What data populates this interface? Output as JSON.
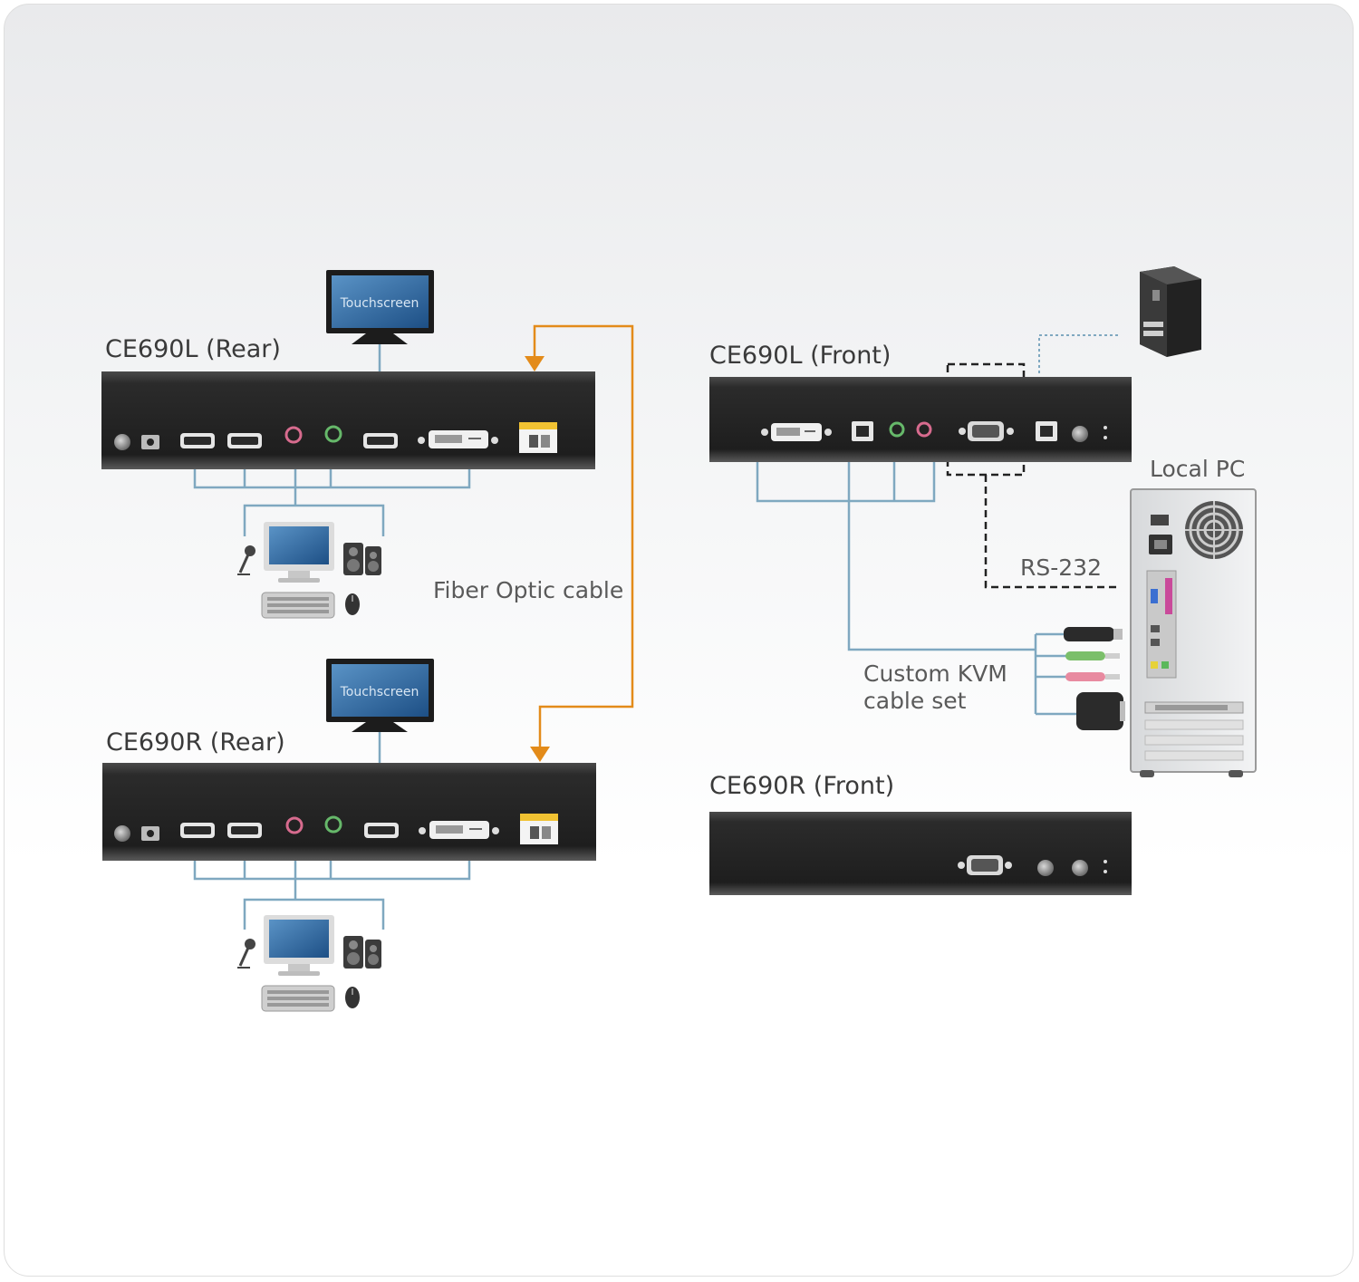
{
  "devices": {
    "ce690l_rear": "CE690L (Rear)",
    "ce690r_rear": "CE690R (Rear)",
    "ce690l_front": "CE690L (Front)",
    "ce690r_front": "CE690R (Front)"
  },
  "screens": {
    "top": "Touchscreen",
    "bottom": "Touchscreen"
  },
  "labels": {
    "fiber": "Fiber Optic cable",
    "local_pc": "Local PC",
    "rs232": "RS-232",
    "kvm_line1": "Custom KVM",
    "kvm_line2": "cable set"
  },
  "colors": {
    "fiber": "#e38b1a",
    "cable": "#7fa8c0",
    "device": "#2a2a2a"
  }
}
